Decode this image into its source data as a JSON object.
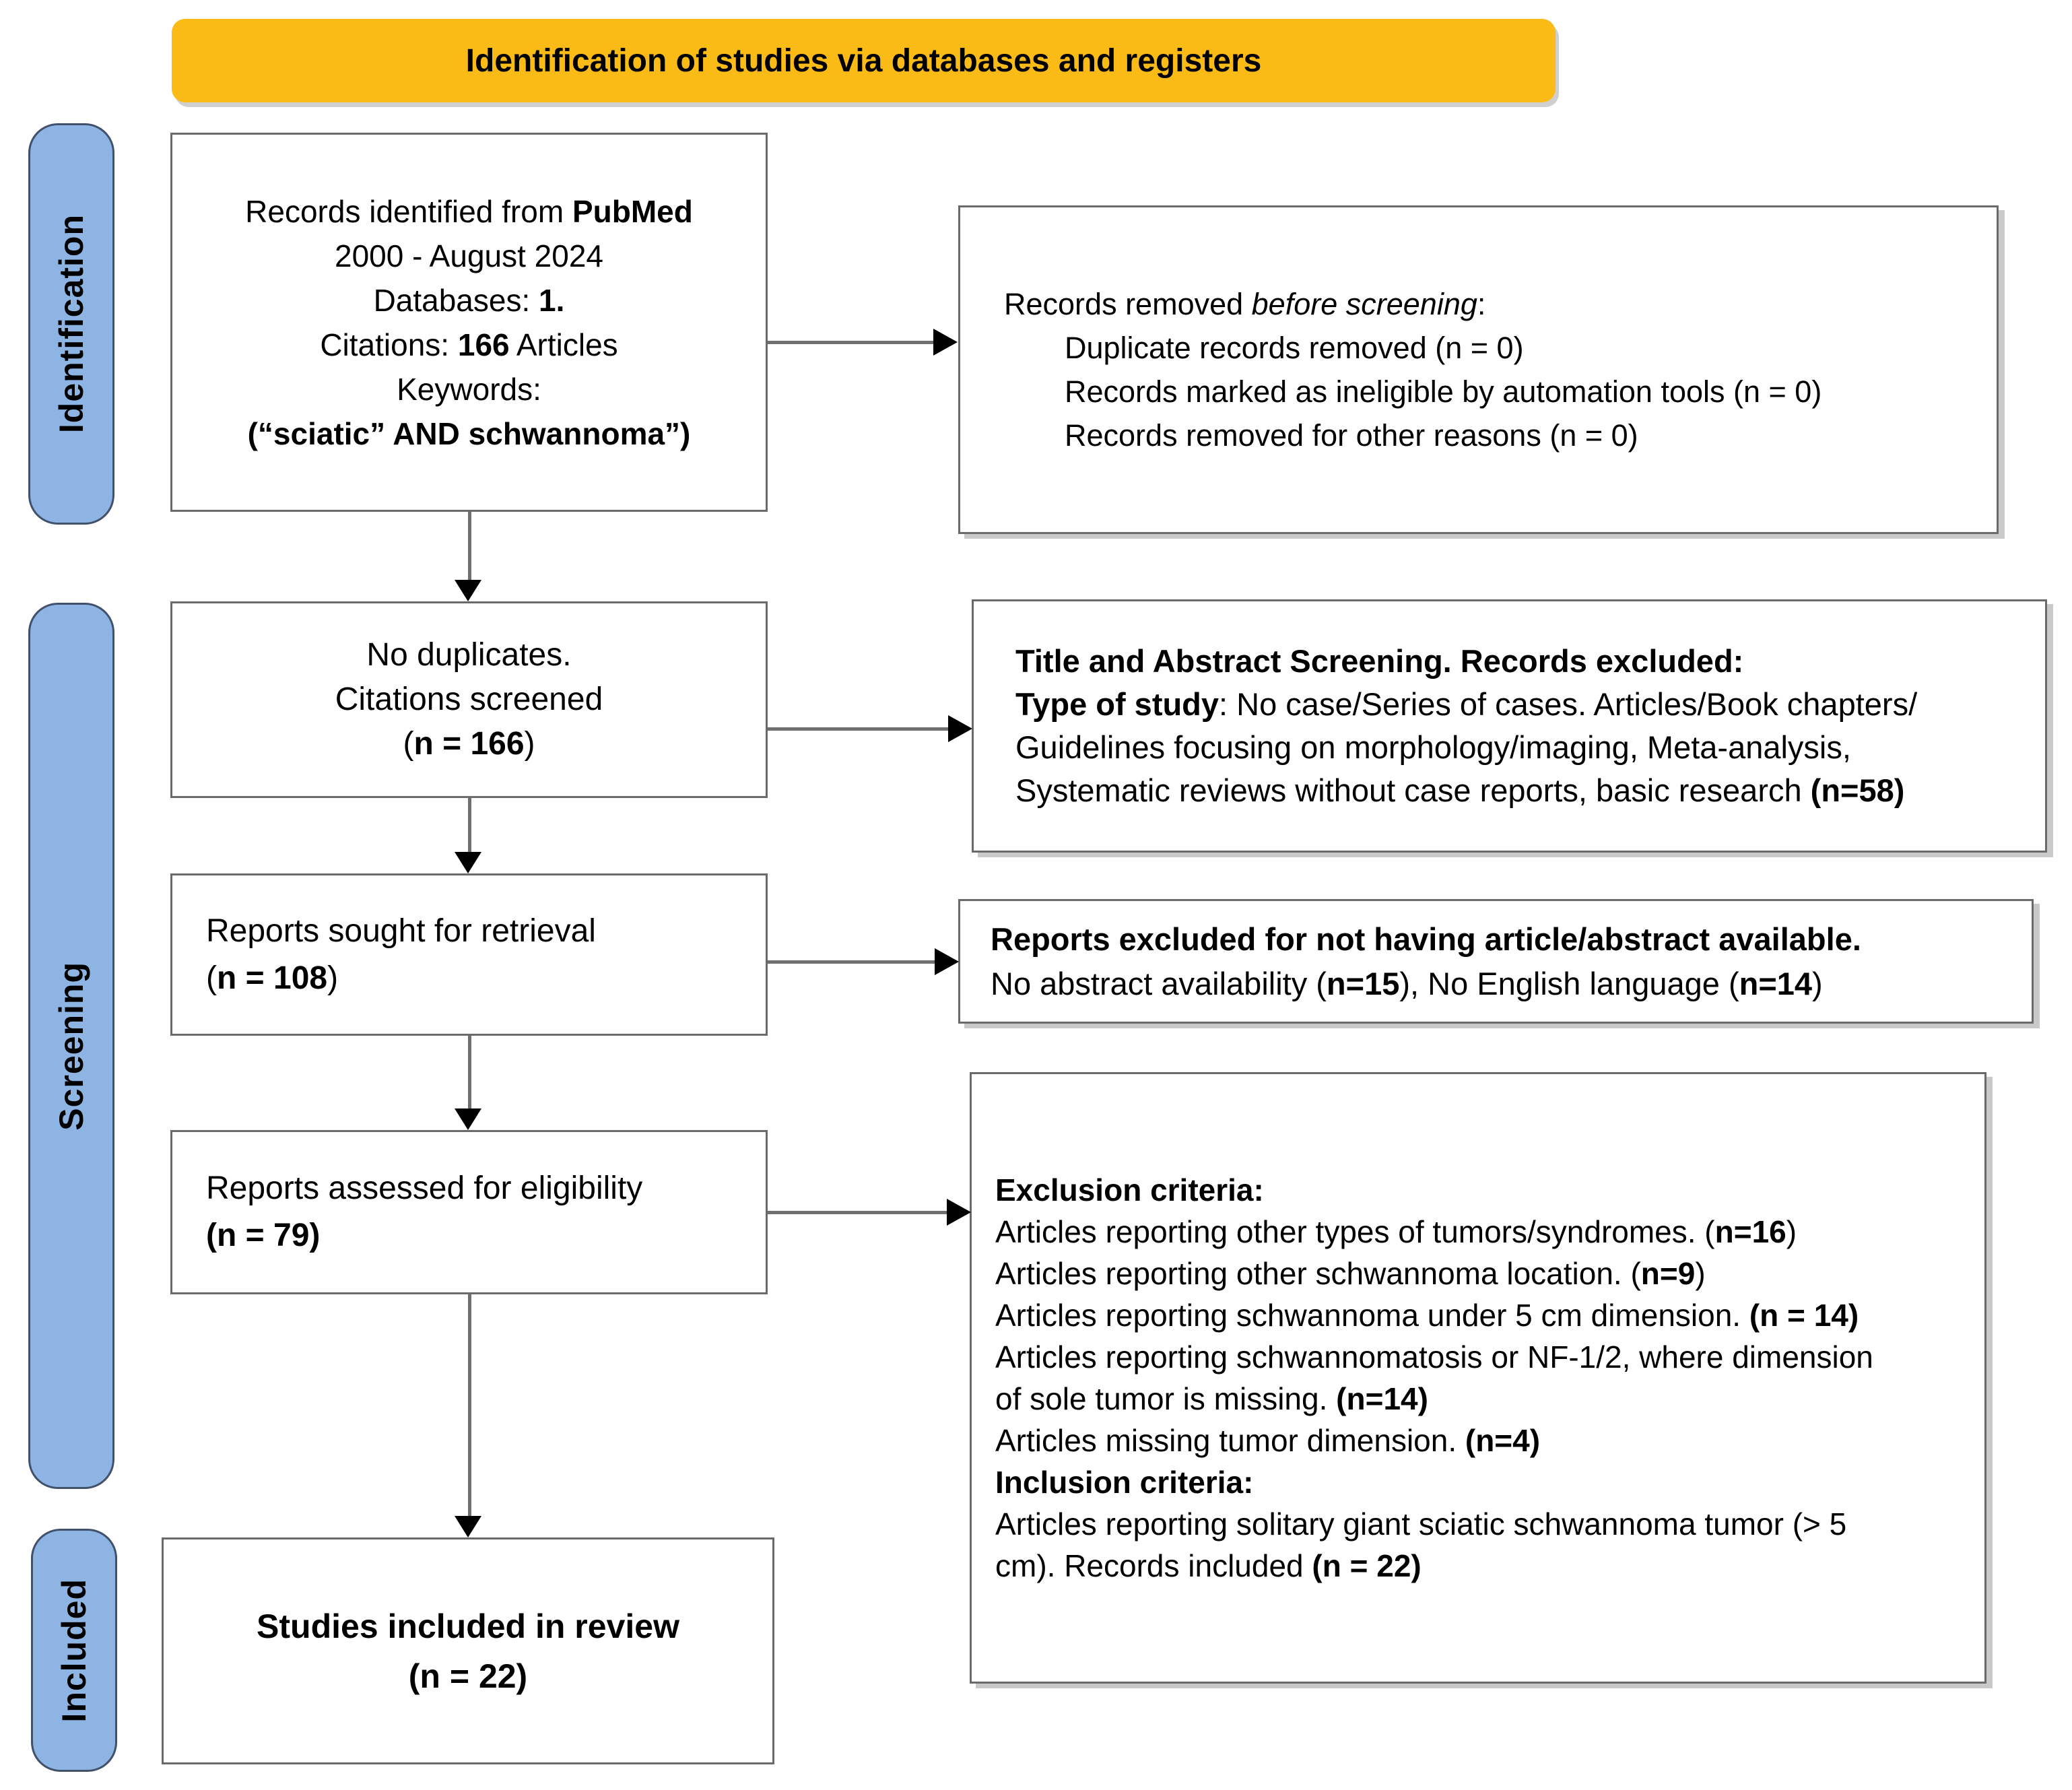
{
  "header": {
    "title": "Identification of studies via databases and registers"
  },
  "colors": {
    "banner_bg": "#FBBB16",
    "stage_bar_bg": "#8DB4E2",
    "box_border": "#6A6A6A",
    "arrow_head": "#000000"
  },
  "sidebar": {
    "items": [
      {
        "label": "Identification"
      },
      {
        "label": "Screening"
      },
      {
        "label": "Included"
      }
    ]
  },
  "flow": {
    "identified": {
      "l1a": "Records identified from ",
      "l1b": "PubMed",
      "l2": "2000 - August 2024",
      "l3a": "Databases: ",
      "l3b": "1.",
      "l4a": "Citations: ",
      "l4b": "166",
      "l4c": " Articles",
      "l5": "Keywords:",
      "l6": "(“sciatic” AND schwannoma”)"
    },
    "removed_before": {
      "h_a": "Records removed ",
      "h_b": "before screening",
      "h_c": ":",
      "items": [
        "Duplicate records removed (n = 0)",
        "Records marked as ineligible by automation tools (n = 0)",
        "Records removed for other reasons (n = 0)"
      ]
    },
    "screened": {
      "l1": "No duplicates.",
      "l2": "Citations screened",
      "l3a": "(",
      "l3b": "n = 166",
      "l3c": ")"
    },
    "title_abstract": {
      "h": "Title and Abstract Screening. Records excluded:",
      "b1": "Type of study",
      "t1": ": No case/Series of cases. Articles/Book chapters/ Guidelines focusing on morphology/imaging, Meta-analysis, Systematic reviews without case reports, basic research ",
      "b2": "(n=58)"
    },
    "retrieval": {
      "l1": "Reports sought for retrieval",
      "l2a": "(",
      "l2b": "n = 108",
      "l2c": ")"
    },
    "reports_excluded": {
      "h": "Reports excluded for not having article/abstract available.",
      "t1": "No abstract availability (",
      "b1": "n=15",
      "t2": "), No English language (",
      "b2": "n=14",
      "t3": ")"
    },
    "eligibility": {
      "l1": "Reports assessed for eligibility",
      "l2": "(n = 79)"
    },
    "criteria": {
      "h1": "Exclusion criteria:",
      "i1a": "Articles reporting other types of tumors/syndromes. (",
      "i1b": "n=16",
      "i1c": ")",
      "i2a": "Articles reporting other schwannoma location. (",
      "i2b": "n=9",
      "i2c": ")",
      "i3a": "Articles reporting schwannoma under 5 cm dimension. ",
      "i3b": "(n = 14)",
      "i4a": "Articles reporting schwannomatosis or NF-1/2, where dimension of sole tumor is missing. ",
      "i4b": "(n=14)",
      "i5a": "Articles missing tumor dimension. ",
      "i5b": "(n=4)",
      "h2": "Inclusion criteria:",
      "i6a": "Articles reporting solitary giant sciatic schwannoma tumor (> 5 cm). Records included ",
      "i6b": "(n = 22)"
    },
    "included": {
      "l1": "Studies included in review",
      "l2": "(n = 22)"
    }
  }
}
